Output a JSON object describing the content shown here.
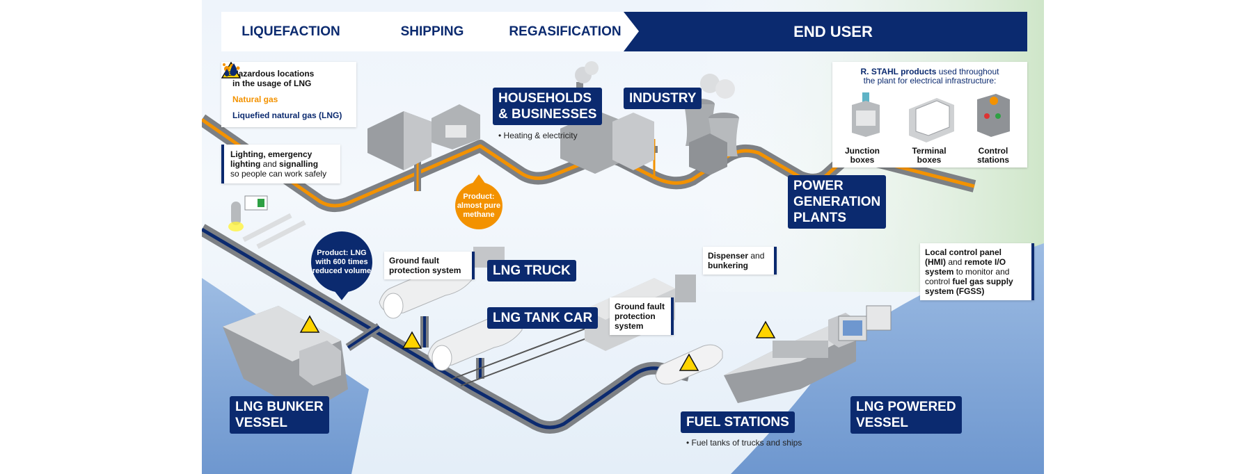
{
  "stages": [
    {
      "label": "LIQUEFACTION"
    },
    {
      "label": "SHIPPING"
    },
    {
      "label": "REGASIFICATION"
    },
    {
      "label": "END USER"
    }
  ],
  "legend": {
    "hazard": {
      "line1": "Hazardous locations",
      "line2": "in the usage of LNG"
    },
    "natural_gas": "Natural gas",
    "lng": "Liquefied natural gas (LNG)"
  },
  "lighting_box": {
    "b1": "Lighting, emergency",
    "b2": "lighting",
    "and": " and ",
    "b3": "signalling",
    "rest": "so people can work safely"
  },
  "products_box": {
    "brand": "R. STAHL products",
    "rest": " used throughout",
    "line2": "the plant for electrical infrastructure:",
    "items": [
      {
        "line1": "Junction",
        "line2": "boxes"
      },
      {
        "line1": "Terminal",
        "line2": "boxes"
      },
      {
        "line1": "Control",
        "line2": "stations"
      }
    ]
  },
  "labels": {
    "households": {
      "line1": "HOUSEHOLDS",
      "line2": "& BUSINESSES"
    },
    "industry": "INDUSTRY",
    "power": {
      "line1": "POWER",
      "line2": "GENERATION",
      "line3": "PLANTS"
    },
    "truck": "LNG TRUCK",
    "tank_car": "LNG TANK CAR",
    "bunker": {
      "line1": "LNG BUNKER",
      "line2": "VESSEL"
    },
    "fuel": "FUEL STATIONS",
    "powered": {
      "line1": "LNG POWERED",
      "line2": "VESSEL"
    }
  },
  "bullets": {
    "households": "• Heating & electricity",
    "fuel": "• Fuel tanks of trucks and ships"
  },
  "bubbles": {
    "methane": {
      "line1": "Product:",
      "line2": "almost pure",
      "line3": "methane"
    },
    "lng": {
      "line1": "Product: LNG",
      "line2": "with 600 times",
      "line3": "reduced volume"
    }
  },
  "callouts": {
    "gfp1": {
      "line1": "Ground fault",
      "line2": "protection system"
    },
    "gfp2": {
      "line1": "Ground fault",
      "line2": "protection",
      "line3": "system"
    },
    "dispenser": {
      "b": "Dispenser",
      "rest": " and",
      "line2": "bunkering"
    },
    "control_panel": {
      "l1": "Local control panel",
      "l2b": "(HMI)",
      "l2r": " and ",
      "l2c": "remote I/O",
      "l3b": "system",
      "l3r": " to monitor and",
      "l4r": "control ",
      "l4b": "fuel gas supply",
      "l5b": "system (FGSS)"
    }
  },
  "hazard_symbol": "EX",
  "colors": {
    "navy": "#0b2a6f",
    "orange": "#f39200",
    "pipe": "#8a8d91",
    "water": "#7fa6d6",
    "hazard": "#ffd400"
  }
}
